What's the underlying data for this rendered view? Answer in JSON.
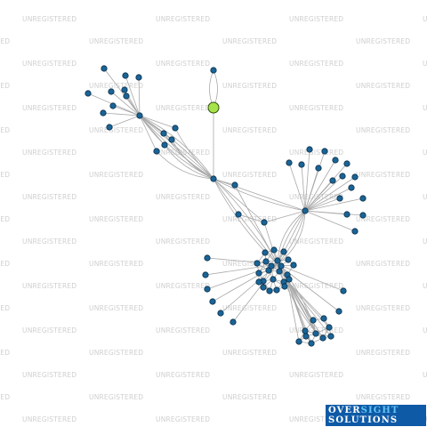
{
  "watermark": {
    "text": "UNREGISTERED"
  },
  "logo": {
    "part1": "OVER",
    "part2": "SIGHT",
    "part3": "SOLUTIONS"
  },
  "colors": {
    "node": "#1a6496",
    "node_stroke": "#0b2f4a",
    "focus_node": "#a6e34a",
    "edge": "#a8a8a8",
    "watermark": "#cfcfcf",
    "logo_bg": "#0e5aa7",
    "logo_accent": "#62c4f5"
  }
}
